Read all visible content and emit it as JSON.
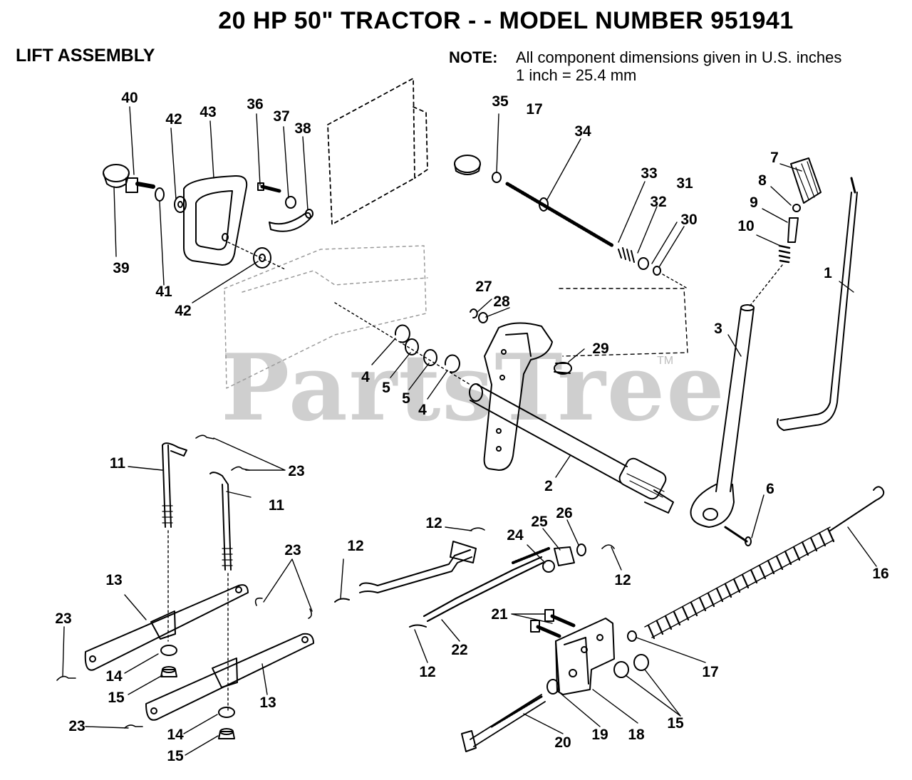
{
  "header": {
    "title": "20 HP 50\" TRACTOR - - MODEL NUMBER 951941",
    "section": "LIFT ASSEMBLY",
    "note_label": "NOTE:",
    "note_line1": "All component dimensions given in U.S. inches",
    "note_line2": "1 inch = 25.4 mm"
  },
  "watermark": {
    "text": "PartsTree",
    "tm": "TM"
  },
  "colors": {
    "ink": "#000000",
    "watermark": "#cfcfcf",
    "background": "#ffffff"
  },
  "callouts": [
    {
      "id": "c40",
      "label": "40"
    },
    {
      "id": "c42a",
      "label": "42"
    },
    {
      "id": "c43",
      "label": "43"
    },
    {
      "id": "c36",
      "label": "36"
    },
    {
      "id": "c37",
      "label": "37"
    },
    {
      "id": "c38",
      "label": "38"
    },
    {
      "id": "c39",
      "label": "39"
    },
    {
      "id": "c41",
      "label": "41"
    },
    {
      "id": "c42b",
      "label": "42"
    },
    {
      "id": "c35",
      "label": "35"
    },
    {
      "id": "c17a",
      "label": "17"
    },
    {
      "id": "c34",
      "label": "34"
    },
    {
      "id": "c33",
      "label": "33"
    },
    {
      "id": "c32",
      "label": "32"
    },
    {
      "id": "c31",
      "label": "31"
    },
    {
      "id": "c30",
      "label": "30"
    },
    {
      "id": "c7",
      "label": "7"
    },
    {
      "id": "c8",
      "label": "8"
    },
    {
      "id": "c9",
      "label": "9"
    },
    {
      "id": "c10",
      "label": "10"
    },
    {
      "id": "c1",
      "label": "1"
    },
    {
      "id": "c3",
      "label": "3"
    },
    {
      "id": "c27",
      "label": "27"
    },
    {
      "id": "c28",
      "label": "28"
    },
    {
      "id": "c29",
      "label": "29"
    },
    {
      "id": "c4a",
      "label": "4"
    },
    {
      "id": "c5a",
      "label": "5"
    },
    {
      "id": "c5b",
      "label": "5"
    },
    {
      "id": "c4b",
      "label": "4"
    },
    {
      "id": "c2",
      "label": "2"
    },
    {
      "id": "c6",
      "label": "6"
    },
    {
      "id": "c11a",
      "label": "11"
    },
    {
      "id": "c23a",
      "label": "23"
    },
    {
      "id": "c11b",
      "label": "11"
    },
    {
      "id": "c23b",
      "label": "23"
    },
    {
      "id": "c13a",
      "label": "13"
    },
    {
      "id": "c23c",
      "label": "23"
    },
    {
      "id": "c14a",
      "label": "14"
    },
    {
      "id": "c15a",
      "label": "15"
    },
    {
      "id": "c13b",
      "label": "13"
    },
    {
      "id": "c23d",
      "label": "23"
    },
    {
      "id": "c14b",
      "label": "14"
    },
    {
      "id": "c15b",
      "label": "15"
    },
    {
      "id": "c12a",
      "label": "12"
    },
    {
      "id": "c12b",
      "label": "12"
    },
    {
      "id": "c24",
      "label": "24"
    },
    {
      "id": "c25",
      "label": "25"
    },
    {
      "id": "c26",
      "label": "26"
    },
    {
      "id": "c12c",
      "label": "12"
    },
    {
      "id": "c16",
      "label": "16"
    },
    {
      "id": "c21",
      "label": "21"
    },
    {
      "id": "c22",
      "label": "22"
    },
    {
      "id": "c12d",
      "label": "12"
    },
    {
      "id": "c17b",
      "label": "17"
    },
    {
      "id": "c15c",
      "label": "15"
    },
    {
      "id": "c20",
      "label": "20"
    },
    {
      "id": "c19",
      "label": "19"
    },
    {
      "id": "c18",
      "label": "18"
    }
  ]
}
